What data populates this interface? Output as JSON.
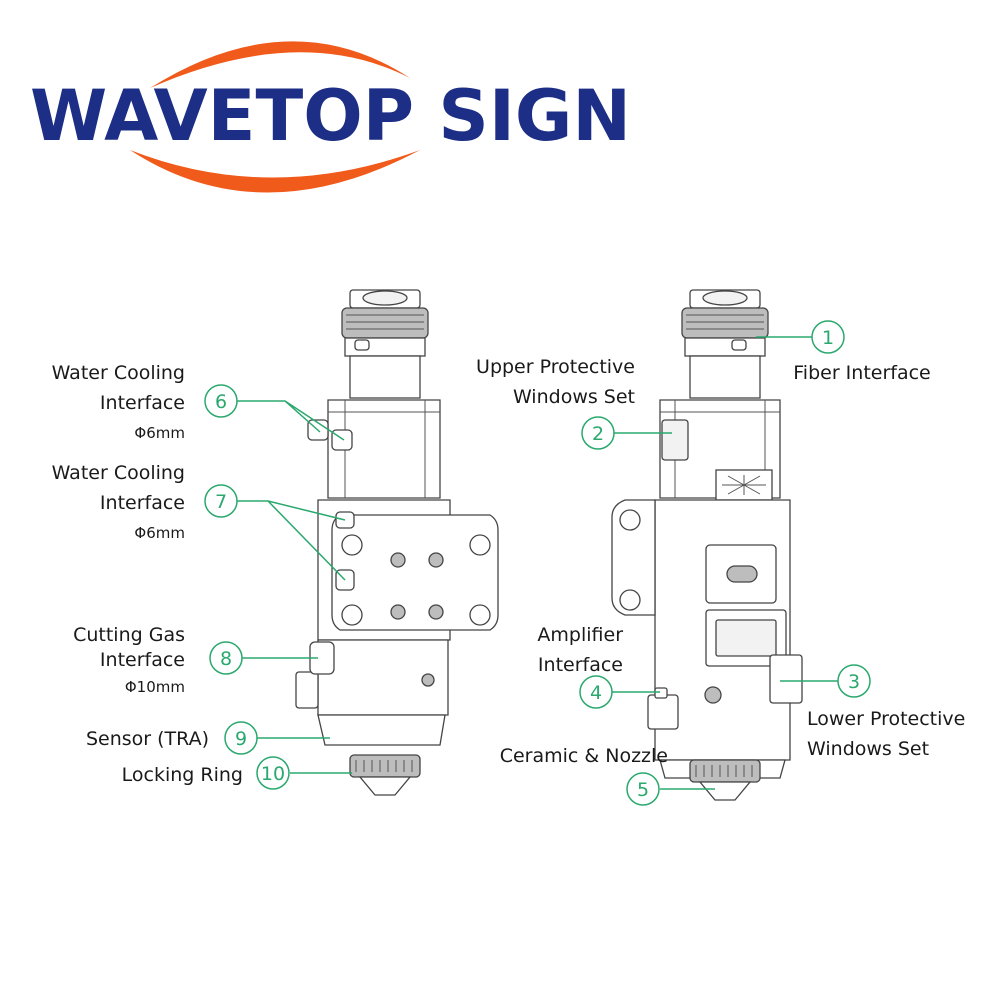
{
  "brand": {
    "name": "WAVETOP SIGN",
    "text_color": "#1c2e86",
    "swoosh_color": "#f05a1a"
  },
  "accent_color": "#2aa86e",
  "callouts": [
    {
      "num": "1",
      "label": [
        "Fiber Interface"
      ]
    },
    {
      "num": "2",
      "label": [
        "Upper Protective",
        "Windows Set"
      ]
    },
    {
      "num": "3",
      "label": [
        "Lower Protective",
        "Windows Set"
      ]
    },
    {
      "num": "4",
      "label": [
        "Amplifier",
        "Interface"
      ]
    },
    {
      "num": "5",
      "label": [
        "Ceramic & Nozzle"
      ]
    },
    {
      "num": "6",
      "label": [
        "Water Cooling",
        "Interface"
      ],
      "spec": "Φ6mm"
    },
    {
      "num": "7",
      "label": [
        "Water Cooling",
        "Interface"
      ],
      "spec": "Φ6mm"
    },
    {
      "num": "8",
      "label": [
        "Cutting Gas",
        "Interface"
      ],
      "spec": "Φ10mm"
    },
    {
      "num": "9",
      "label": [
        "Sensor (TRA)"
      ]
    },
    {
      "num": "10",
      "label": [
        "Locking Ring"
      ]
    }
  ]
}
